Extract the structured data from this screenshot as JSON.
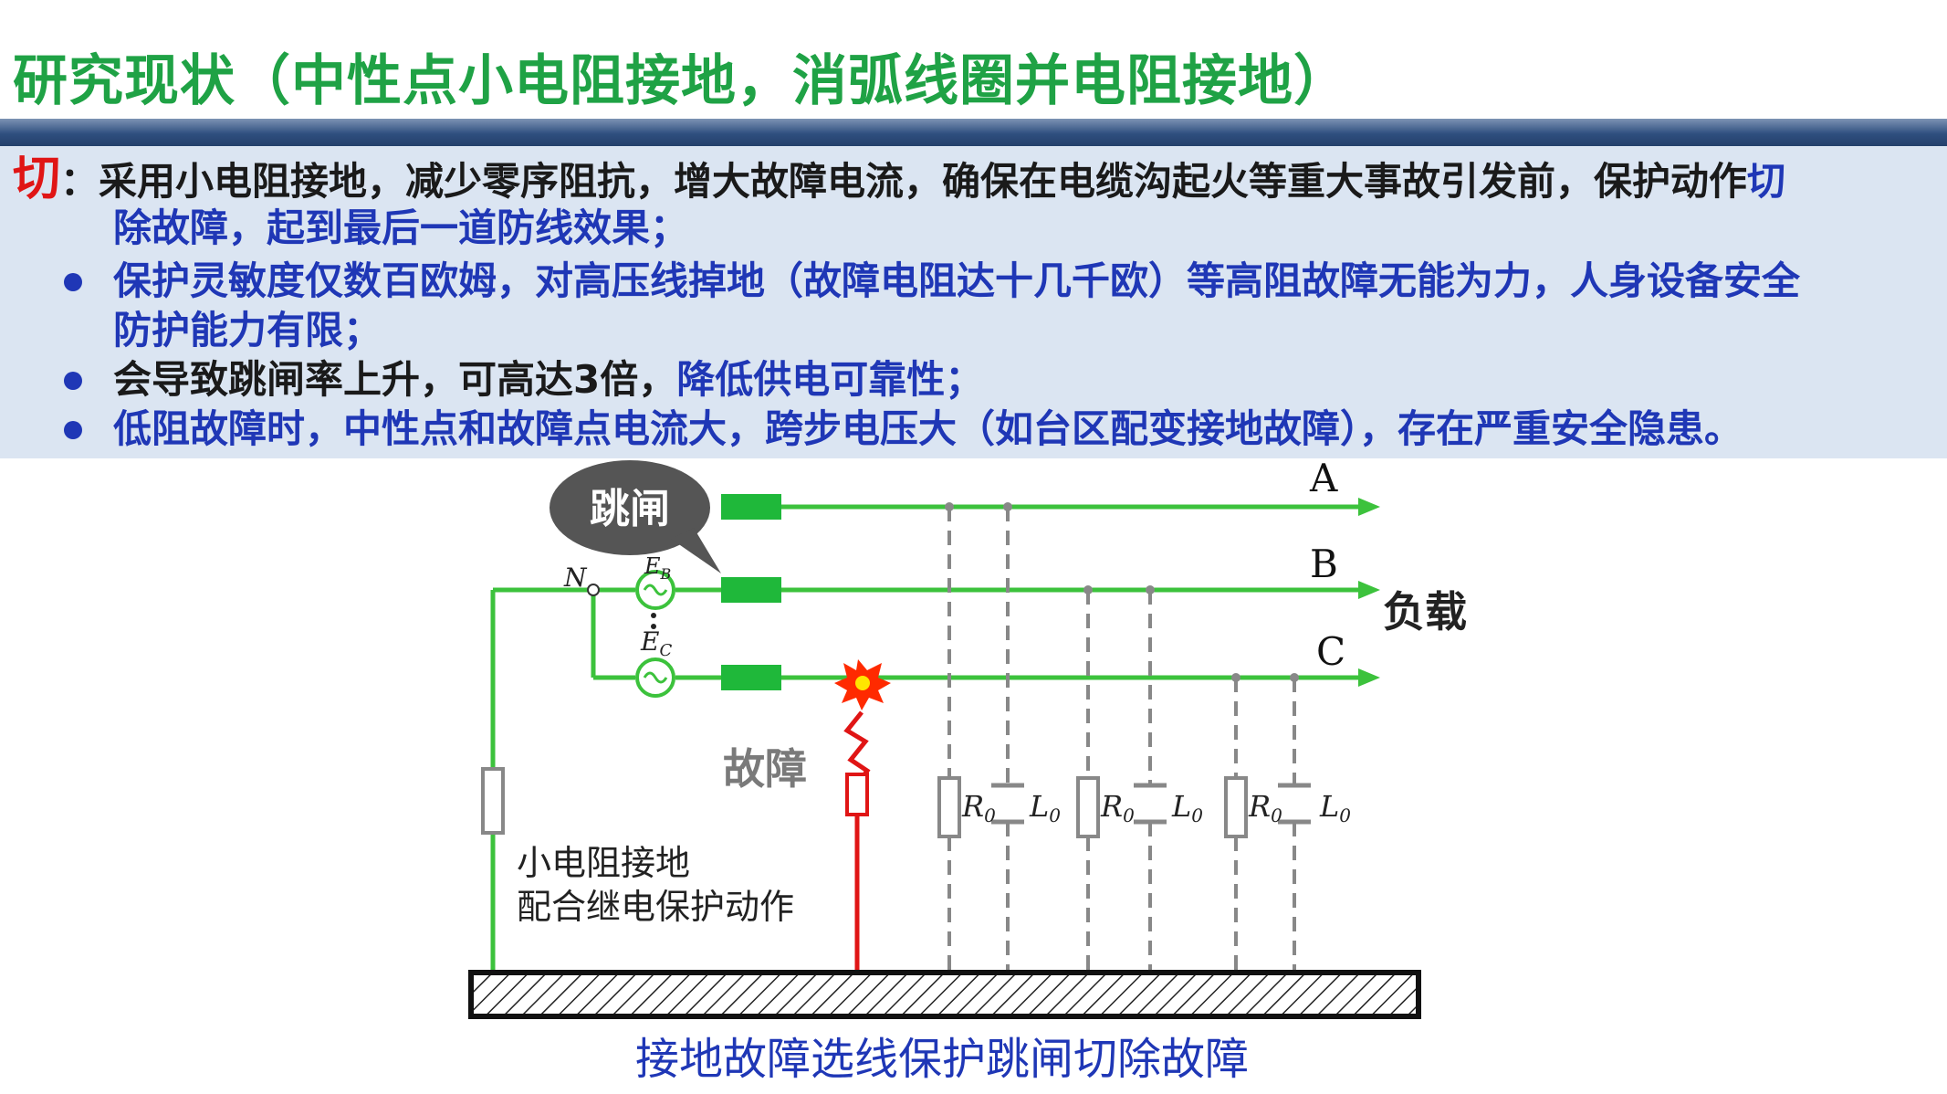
{
  "title": "研究现状（中性点小电阻接地，消弧线圈并电阻接地）",
  "intro": {
    "keyword": "切",
    "p1": "：采用小电阻接地，减少零序阻抗，增大故障电流，确保在电缆沟起火等重大事故引发前，保护动作",
    "p1_blue_tail": "切",
    "p2": "除故障，起到最后一道防线效果；"
  },
  "bullets": [
    {
      "l1": "保护灵敏度仅数百欧姆，对高压线掉地（故障电阻达十几千欧）等高阻故障无能为力，人身设备安全",
      "l2": "防护能力有限；"
    },
    {
      "plain": "会导致跳闸率上升，可高达3倍，",
      "blue": "降低供电可靠性；"
    },
    {
      "l1": "低阻故障时，中性点和故障点电流大，跨步电压大（如台区配变接地故障），存在严重安全隐患。"
    }
  ],
  "diagram": {
    "bubble": "跳闸",
    "phase_a": "A",
    "phase_b": "B",
    "phase_c": "C",
    "load": "负载",
    "neutral": "N",
    "eb": "E",
    "eb_sub": "B",
    "ec": "E",
    "ec_sub": "C",
    "fault": "故障",
    "r0": "R",
    "l0": "L",
    "sub0": "0",
    "ground_note_1": "小电阻接地",
    "ground_note_2": "配合继电保护动作",
    "caption": "接地故障选线保护跳闸切除故障"
  },
  "colors": {
    "title": "#1fa245",
    "line": "#3cc23c",
    "text_blue": "#1f37b6",
    "fault": "#e01515"
  },
  "icons": {
    "fault": "spark-burst-icon",
    "source": "ac-source-icon"
  }
}
